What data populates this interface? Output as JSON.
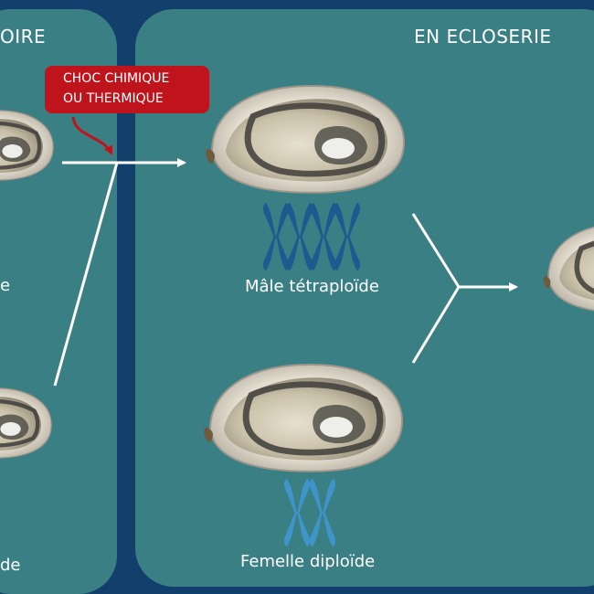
{
  "left_panel": {
    "header_fragment": "OIRE",
    "label_top_fragment": "e",
    "label_bottom_fragment": "de"
  },
  "right_panel": {
    "header": "EN ECLOSERIE"
  },
  "callout": {
    "line1": "CHOC CHIMIQUE",
    "line2": "OU THERMIQUE"
  },
  "male": {
    "label": "Mâle tétraploïde",
    "chromosome_count": 4
  },
  "female": {
    "label": "Femelle diploïde",
    "chromosome_count": 2
  },
  "colors": {
    "background": "#123f6b",
    "panel": "#3a7f84",
    "callout": "#c0141c",
    "male_chromosome": "#1d5a8f",
    "female_chromosome": "#3f94c9",
    "arrow": "#ffffff"
  },
  "icons": [
    "oyster-image",
    "chromosome-icon",
    "arrow-icon"
  ]
}
